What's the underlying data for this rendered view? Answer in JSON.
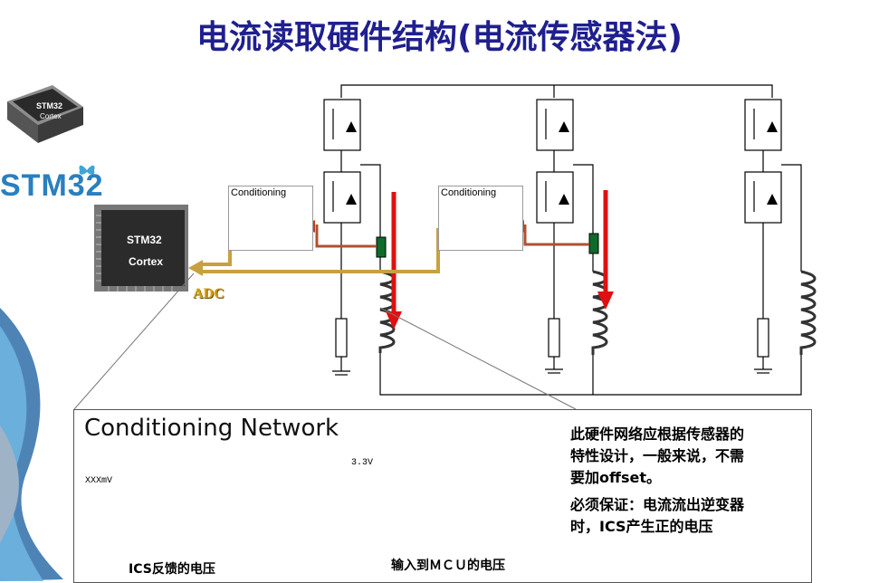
{
  "title": "电流读取硬件结构(电流传感器法)",
  "brand": {
    "stm_logo": "STM32",
    "chip_brand": "STM32",
    "chip_core": "Cortex"
  },
  "diagram": {
    "conditioning_label": "Conditioning",
    "adc_label": "ADC"
  },
  "panel": {
    "heading": "Conditioning Network",
    "note1_lines": [
      "此硬件网络应根据传感器的",
      "特性设计，一般来说，不需",
      "要加offset。"
    ],
    "note2_lines": [
      "必须保证：电流流出逆变器",
      "时，ICS产生正的电压"
    ],
    "left_level": "XXXmV",
    "right_level": "3.3V",
    "left_caption": "ICS反馈的电压",
    "right_caption": "输入到ＭＣＵ的电压"
  },
  "colors": {
    "title": "#1f1f8f",
    "arrow_red": "#e01010",
    "adc_wire": "#c8a040",
    "sensor": "#0f6b2a"
  }
}
